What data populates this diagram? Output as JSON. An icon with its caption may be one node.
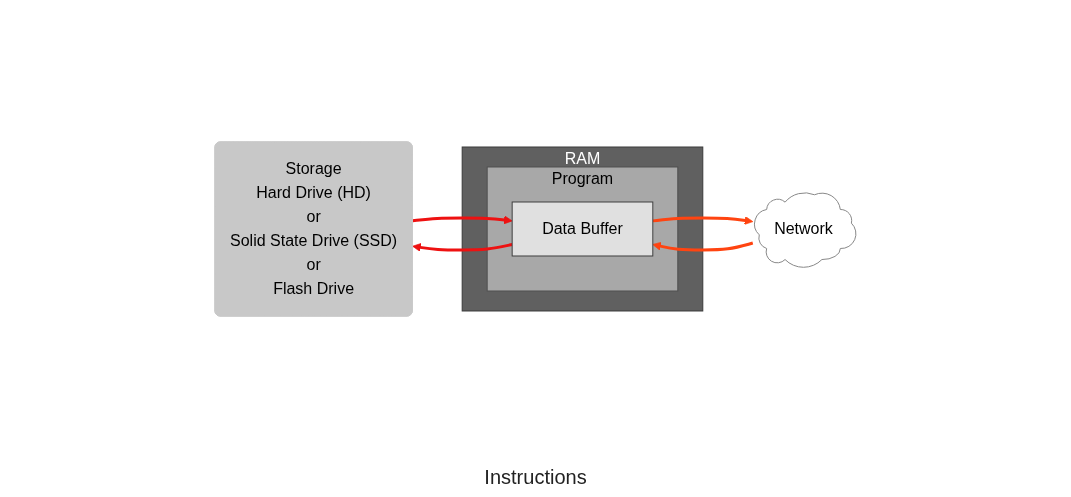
{
  "diagram": {
    "nodes": [
      {
        "text": [
          "Storage",
          "Hard Drive (HD)",
          "or",
          "Solid State Drive (SSD)",
          "or",
          "Flash Drive"
        ]
      },
      {
        "text": [
          "RAM"
        ]
      },
      {
        "text": [
          "Program"
        ],
        "in": 1
      },
      {
        "text": [
          "Data Buffer"
        ],
        "in": 2
      },
      {
        "text": [
          "Network"
        ]
      }
    ],
    "edges": [
      {
        "from": 0,
        "to": 3,
        "arrow": "to",
        "color": "#ee1111"
      },
      {
        "from": 3,
        "to": 0,
        "arrow": "to",
        "color": "#ee1111"
      },
      {
        "from": 3,
        "to": 4,
        "arrow": "to",
        "color": "#ff4411"
      },
      {
        "from": 4,
        "to": 3,
        "arrow": "to",
        "color": "#ff4411"
      }
    ],
    "labels": [
      "Instructions"
    ]
  }
}
